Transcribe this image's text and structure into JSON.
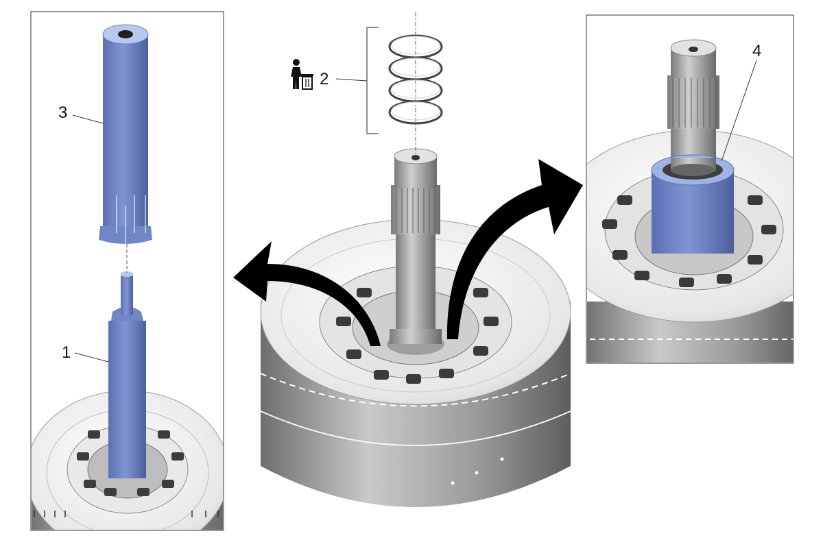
{
  "callouts": [
    {
      "id": "1",
      "label": "1"
    },
    {
      "id": "2",
      "label": "2"
    },
    {
      "id": "3",
      "label": "3"
    },
    {
      "id": "4",
      "label": "4"
    }
  ],
  "icons": {
    "discard": "discard-person-trash-icon"
  },
  "colors": {
    "tool_blue": "#6f86c7",
    "tool_blue_dark": "#4a5f9f",
    "tool_blue_light": "#b9c8ee",
    "metal_light": "#eeeeee",
    "metal_mid": "#bdbdbd",
    "metal_dark": "#5e5e5e",
    "arrow": "#000000",
    "frame": "#555555"
  }
}
